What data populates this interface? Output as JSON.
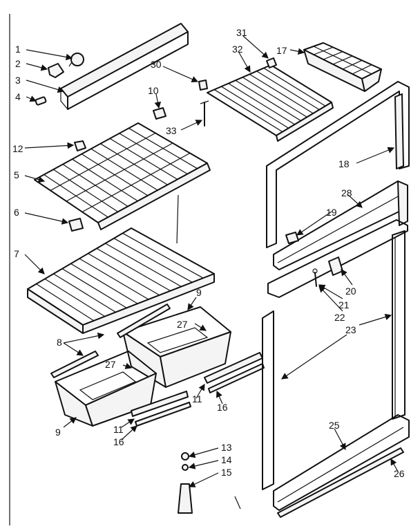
{
  "labels": {
    "l1": "1",
    "l2": "2",
    "l3": "3",
    "l4": "4",
    "l5": "5",
    "l6": "6",
    "l7": "7",
    "l8": "8",
    "l9a": "9",
    "l9b": "9",
    "l10": "10",
    "l11a": "11",
    "l11b": "11",
    "l12": "12",
    "l13": "13",
    "l14": "14",
    "l15": "15",
    "l16a": "16",
    "l16b": "16",
    "l17": "17",
    "l18": "18",
    "l19": "19",
    "l20": "20",
    "l21": "21",
    "l22": "22",
    "l23": "23",
    "l25": "25",
    "l26": "26",
    "l27a": "27",
    "l27b": "27",
    "l28": "28",
    "l30": "30",
    "l31": "31",
    "l32": "32",
    "l33": "33"
  }
}
